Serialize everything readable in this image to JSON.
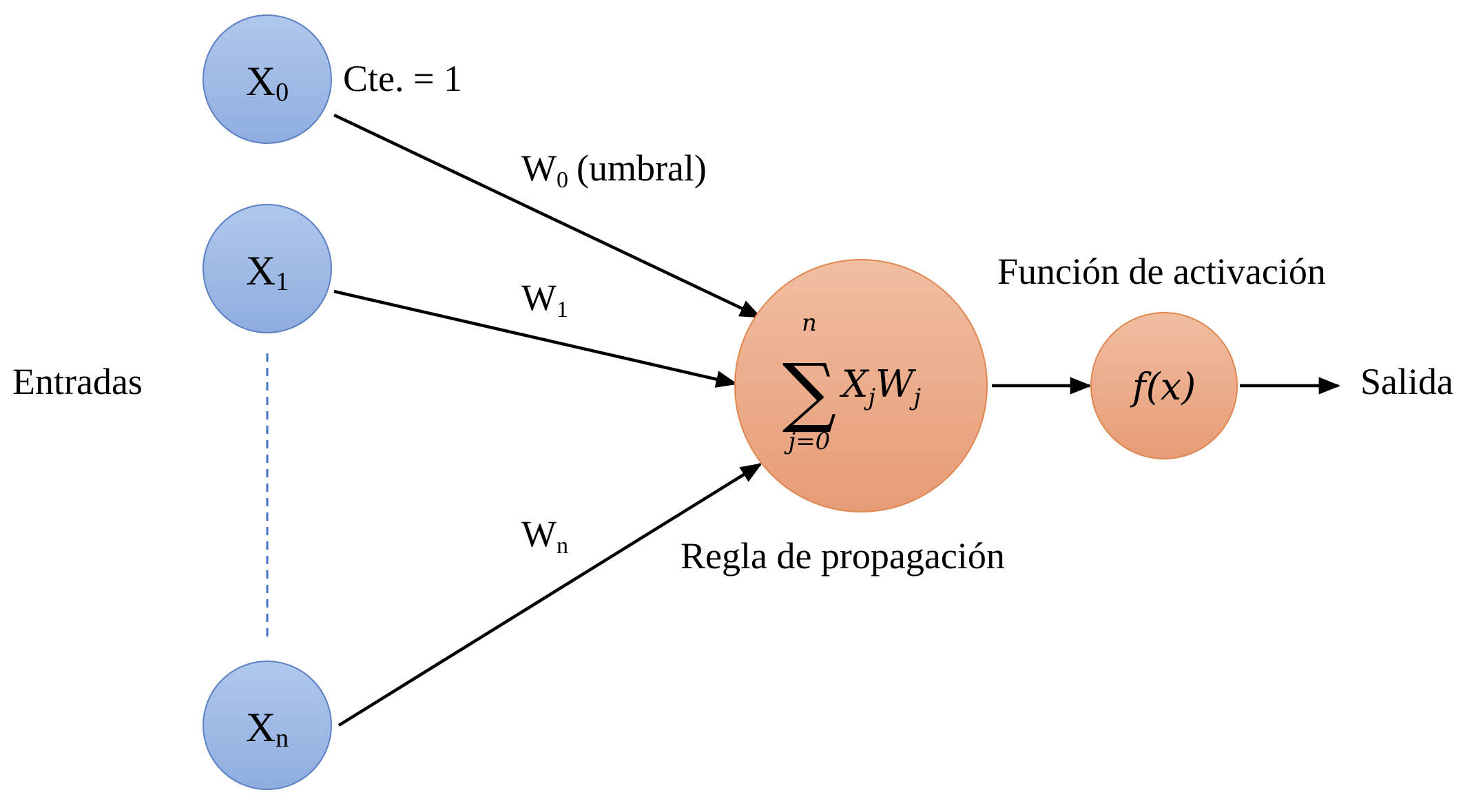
{
  "labels": {
    "inputs": "Entradas",
    "constant": "Cte. = 1",
    "activation_title": "Función de activación",
    "propagation_rule": "Regla de propagación",
    "output": "Salida"
  },
  "input_nodes": [
    {
      "main": "X",
      "sub": "0"
    },
    {
      "main": "X",
      "sub": "1"
    },
    {
      "main": "X",
      "sub": "n"
    }
  ],
  "weights": [
    {
      "main": "W",
      "sub": "0",
      "suffix": "(umbral)"
    },
    {
      "main": "W",
      "sub": "1",
      "suffix": ""
    },
    {
      "main": "W",
      "sub": "n",
      "suffix": ""
    }
  ],
  "summation": {
    "symbol": "∑",
    "upper": "n",
    "lower": "j=0",
    "term_x": "X",
    "term_x_sub": "j",
    "term_w": "W",
    "term_w_sub": "j"
  },
  "activation_node": {
    "text": "f(x)"
  },
  "colors": {
    "input_fill_top": "#b1c8ec",
    "input_fill_bottom": "#8eaddf",
    "input_stroke": "#5b80c4",
    "neuron_fill_top": "#f1bea2",
    "neuron_fill_bottom": "#e69c76",
    "neuron_stroke": "#e0864e",
    "dashed_line": "#4472c4",
    "arrow": "#000000"
  }
}
